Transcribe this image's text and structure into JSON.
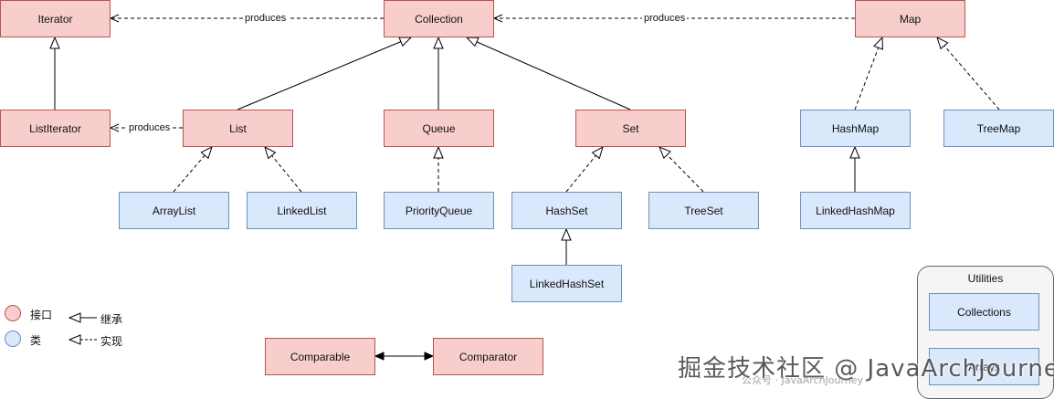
{
  "nodes": {
    "iterator": "Iterator",
    "collection": "Collection",
    "map": "Map",
    "list_iterator": "ListIterator",
    "list": "List",
    "queue": "Queue",
    "set": "Set",
    "hashmap": "HashMap",
    "treemap": "TreeMap",
    "arraylist": "ArrayList",
    "linkedlist": "LinkedList",
    "priority_queue": "PriorityQueue",
    "hashset": "HashSet",
    "treeset": "TreeSet",
    "linked_hashmap": "LinkedHashMap",
    "linked_hashset": "LinkedHashSet",
    "comparable": "Comparable",
    "comparator": "Comparator",
    "collections": "Collections",
    "arrays": "Arrays"
  },
  "edge_labels": {
    "collection_iterator": "produces",
    "map_collection": "produces",
    "list_listiterator": "produces"
  },
  "utilities": {
    "title": "Utilities"
  },
  "legend": {
    "interface": "接口",
    "class": "类",
    "inherit": "继承",
    "implement": "实现"
  },
  "watermark": {
    "main": "掘金技术社区 @ JavaArchJourney",
    "sub": "公众号 · JavaArchJourney"
  },
  "colors": {
    "interface_fill": "#f8cecc",
    "interface_stroke": "#b85450",
    "class_fill": "#dae8fc",
    "class_stroke": "#6c8ebf"
  }
}
